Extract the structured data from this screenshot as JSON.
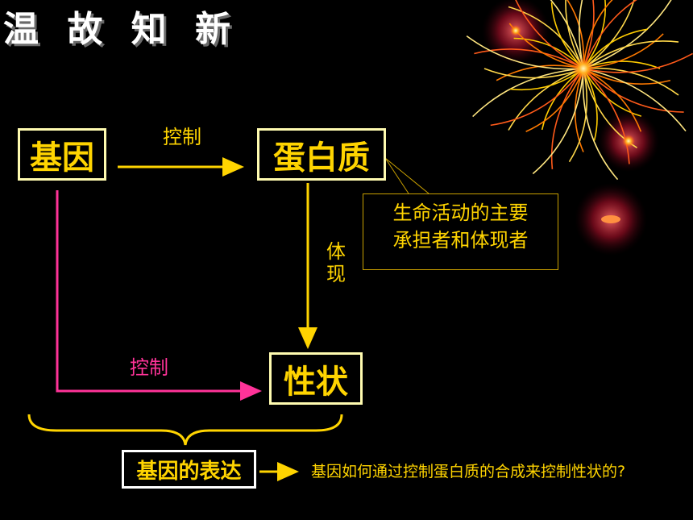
{
  "title": "温 故 知 新",
  "nodes": {
    "gene": "基因",
    "protein": "蛋白质",
    "trait": "性状",
    "expression": "基因的表达"
  },
  "labels": {
    "control_top": "控制",
    "control_pink": "控制",
    "embody": "体现"
  },
  "callout": {
    "line1": "生命活动的主要",
    "line2": "承担者和体现者"
  },
  "question": "基因如何通过控制蛋白质的合成来控制性状的?",
  "colors": {
    "accent_yellow": "#ffd400",
    "pink": "#ff3399",
    "box_border": "#fffbb0",
    "background": "#000000"
  }
}
